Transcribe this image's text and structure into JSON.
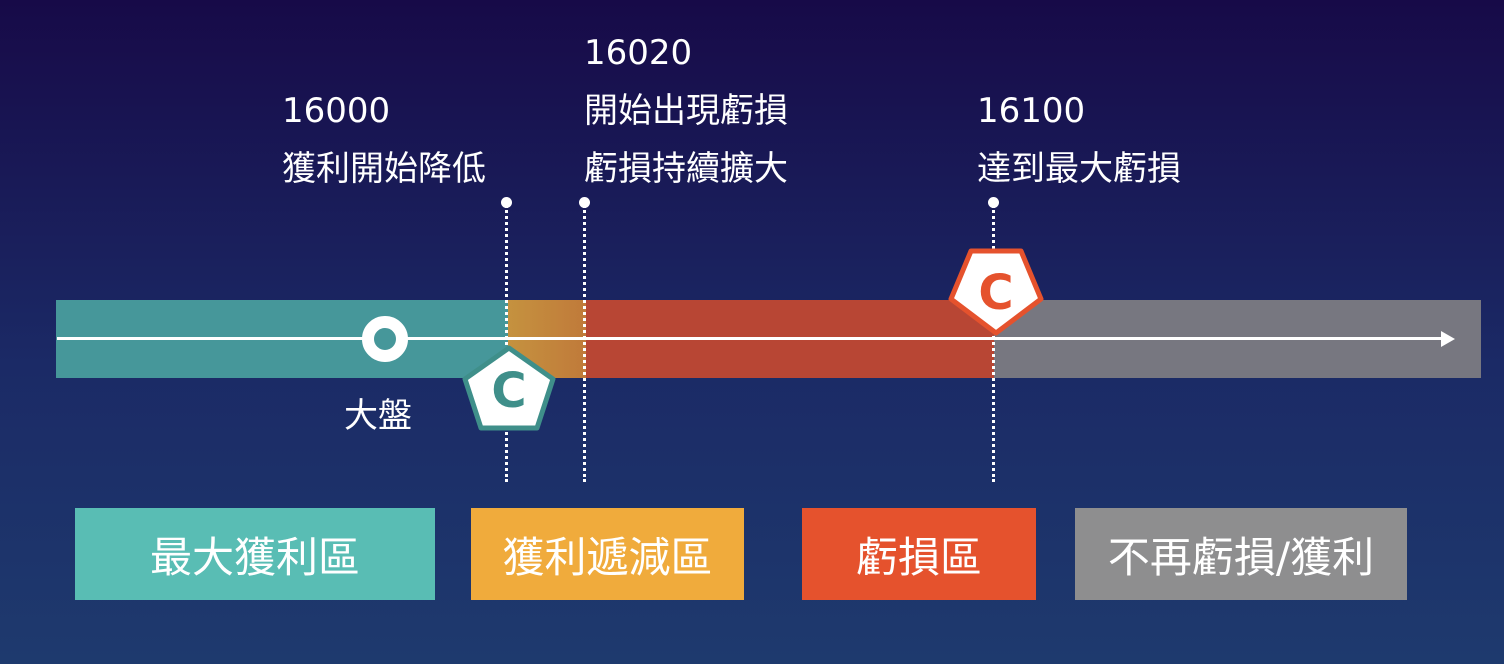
{
  "annotations": [
    {
      "value": "16000",
      "text": "獲利開始降低"
    },
    {
      "value": "16020",
      "text": "開始出現虧損",
      "text2": "虧損持續擴大"
    },
    {
      "value": "16100",
      "text": "達到最大虧損"
    }
  ],
  "index_marker": {
    "label": "大盤"
  },
  "option_markers": [
    {
      "letter": "C",
      "color": "#3f8f8a"
    },
    {
      "letter": "C",
      "color": "#e5522d"
    }
  ],
  "zones": [
    {
      "label": "最大獲利區",
      "color": "#59bdb4"
    },
    {
      "label": "獲利遞減區",
      "color": "#f0ab3c"
    },
    {
      "label": "虧損區",
      "color": "#e5522d"
    },
    {
      "label": "不再虧損/獲利",
      "color": "#8e8e8f"
    }
  ]
}
